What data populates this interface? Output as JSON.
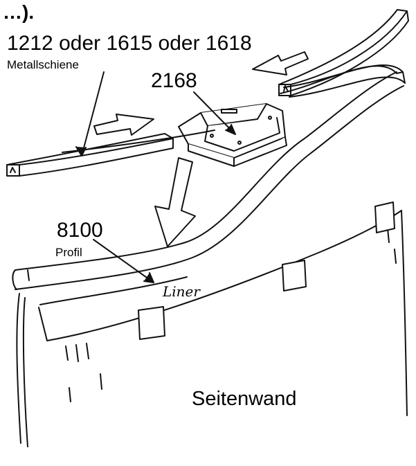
{
  "diagram": {
    "heading": "…).",
    "part_options": "1212 oder 1615 oder 1618",
    "metal_rail_label": "Metallschiene",
    "bracket_code": "2168",
    "profile_code": "8100",
    "profile_label": "Profil",
    "liner_label": "Liner",
    "side_wall_label": "Seitenwand"
  }
}
